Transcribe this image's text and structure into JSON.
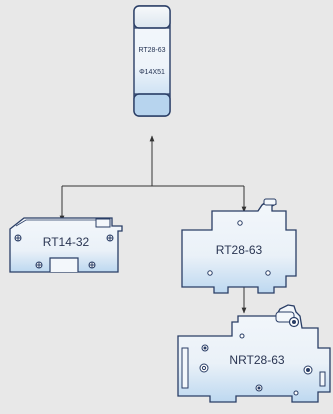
{
  "fuse": {
    "model": "RT28-63",
    "size": "Φ14X51"
  },
  "bases": {
    "left": {
      "label": "RT14-32"
    },
    "middle": {
      "label": "RT28-63"
    },
    "bottom": {
      "label": "NRT28-63"
    }
  },
  "colors": {
    "background": "#e8e8e8",
    "outline": "#2a3e66",
    "body_light": "#f2f7fc",
    "body_gradient_bottom": "#bcd8f1",
    "connector": "#333333"
  }
}
